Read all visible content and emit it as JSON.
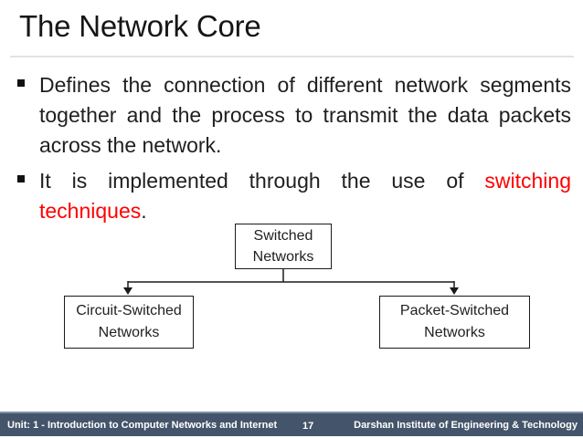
{
  "slide": {
    "title": "The Network Core",
    "bullet1": {
      "line1": "Defines the connection of different network segments",
      "line2": "together and the process to transmit the data packets",
      "line3": "across the network."
    },
    "bullet2": {
      "line1_prefix": "It is implemented through the use of",
      "line1_highlight": "switching",
      "line2_highlight": "techniques",
      "line2_suffix": "."
    },
    "diagram": {
      "root_box": {
        "line1": "Switched",
        "line2": "Networks"
      },
      "left_box": {
        "line1": "Circuit-Switched",
        "line2": "Networks"
      },
      "right_box": {
        "line1": "Packet-Switched",
        "line2": "Networks"
      }
    },
    "footer": {
      "unit": "Unit: 1 - Introduction to Computer Networks and Internet",
      "page_number": "17",
      "institute": "Darshan Institute of Engineering & Technology"
    },
    "colors": {
      "highlight_red": "#ff0000",
      "footer_background": "#44546a",
      "footer_border": "#7b8fa9",
      "footer_text": "#ffffff",
      "body_text": "#1f1f1f",
      "divider_gray": "#e3e3e3",
      "box_border": "#1a1a1a"
    }
  }
}
